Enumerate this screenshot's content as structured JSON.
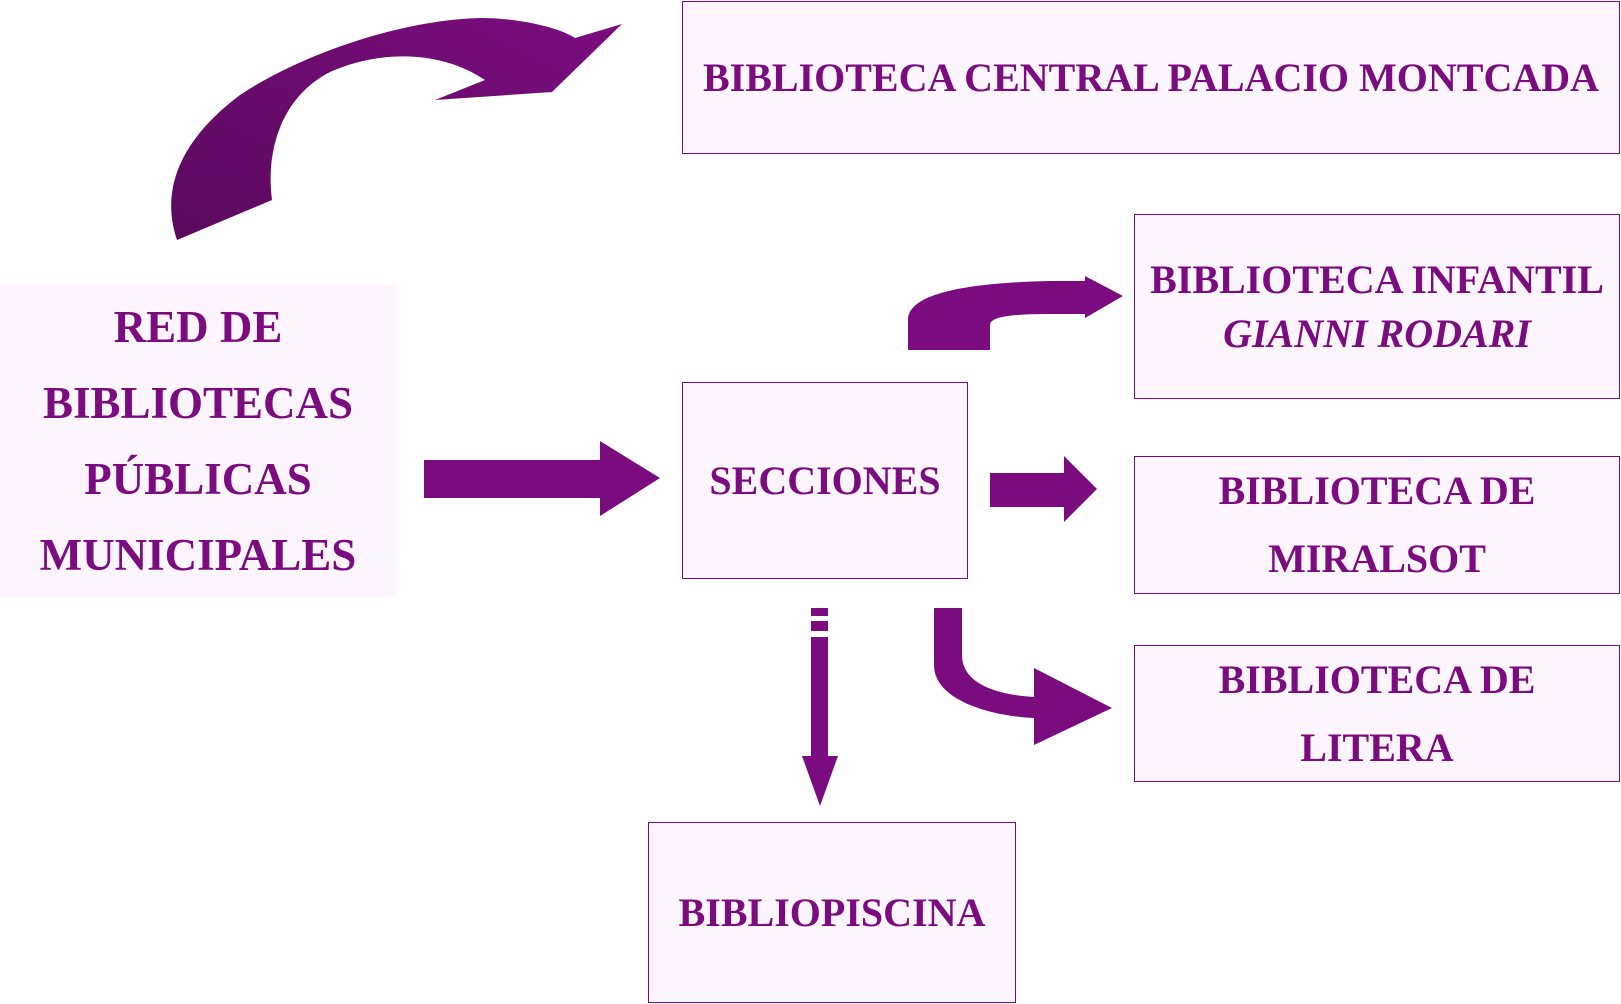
{
  "colors": {
    "accent": "#7b0c7f",
    "box_fill": "#fdf5fd"
  },
  "nodes": {
    "red": {
      "lines": [
        "RED DE",
        "BIBLIOTECAS",
        "PÚBLICAS",
        "MUNICIPALES"
      ]
    },
    "central": {
      "label": "BIBLIOTECA CENTRAL PALACIO MONTCADA"
    },
    "secciones": {
      "label": "SECCIONES"
    },
    "infantil": {
      "line1": "BIBLIOTECA INFANTIL",
      "line2": "GIANNI RODARI"
    },
    "miralsot": {
      "line1": "BIBLIOTECA DE",
      "line2": "MIRALSOT"
    },
    "litera": {
      "line1": "BIBLIOTECA DE",
      "line2": "LITERA"
    },
    "bibliopiscina": {
      "label": "BIBLIOPISCINA"
    }
  }
}
